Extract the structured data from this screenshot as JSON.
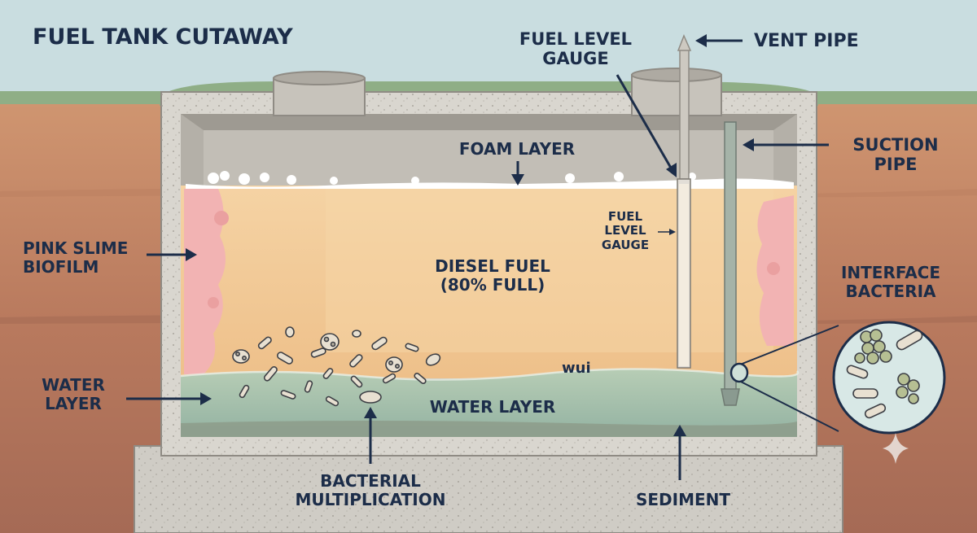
{
  "title": "FUEL TANK CUTAWAY",
  "labels": {
    "vent_pipe": "VENT PIPE",
    "fuel_level_gauge_top": [
      "FUEL LEVEL",
      "GAUGE"
    ],
    "suction_pipe": [
      "SUCTION",
      "PIPE"
    ],
    "foam_layer": "FOAM LAYER",
    "pink_slime_biofilm": [
      "PINK SLIME",
      "BIOFILM"
    ],
    "diesel_fuel": [
      "DIESEL FUEL",
      "(80% FULL)"
    ],
    "fuel_level_gauge_inner": [
      "FUEL",
      "LEVEL",
      "GAUGE"
    ],
    "interface_bacteria": [
      "INTERFACE",
      "BACTERIA"
    ],
    "interface_mark": "wui",
    "water_layer_left": [
      "WATER",
      "LAYER"
    ],
    "water_layer_inner": "WATER LAYER",
    "bacterial_multiplication": [
      "BACTERIAL",
      "MULTIPLICATION"
    ],
    "sediment": "SEDIMENT"
  },
  "colors": {
    "sky": "#c9dde0",
    "grass": "#8fae86",
    "soil_top": "#c98e68",
    "soil_bottom": "#a96e57",
    "concrete": "#d9d6cf",
    "concrete_dark": "#bdb9b1",
    "diesel": "#f1c995",
    "water": "#a9c1ab",
    "pink_slime": "#f2b3b3",
    "label": "#1c2d49"
  },
  "icons": [
    "arrow-icon",
    "bacteria-icon",
    "sparkle-icon",
    "magnifier-icon"
  ]
}
